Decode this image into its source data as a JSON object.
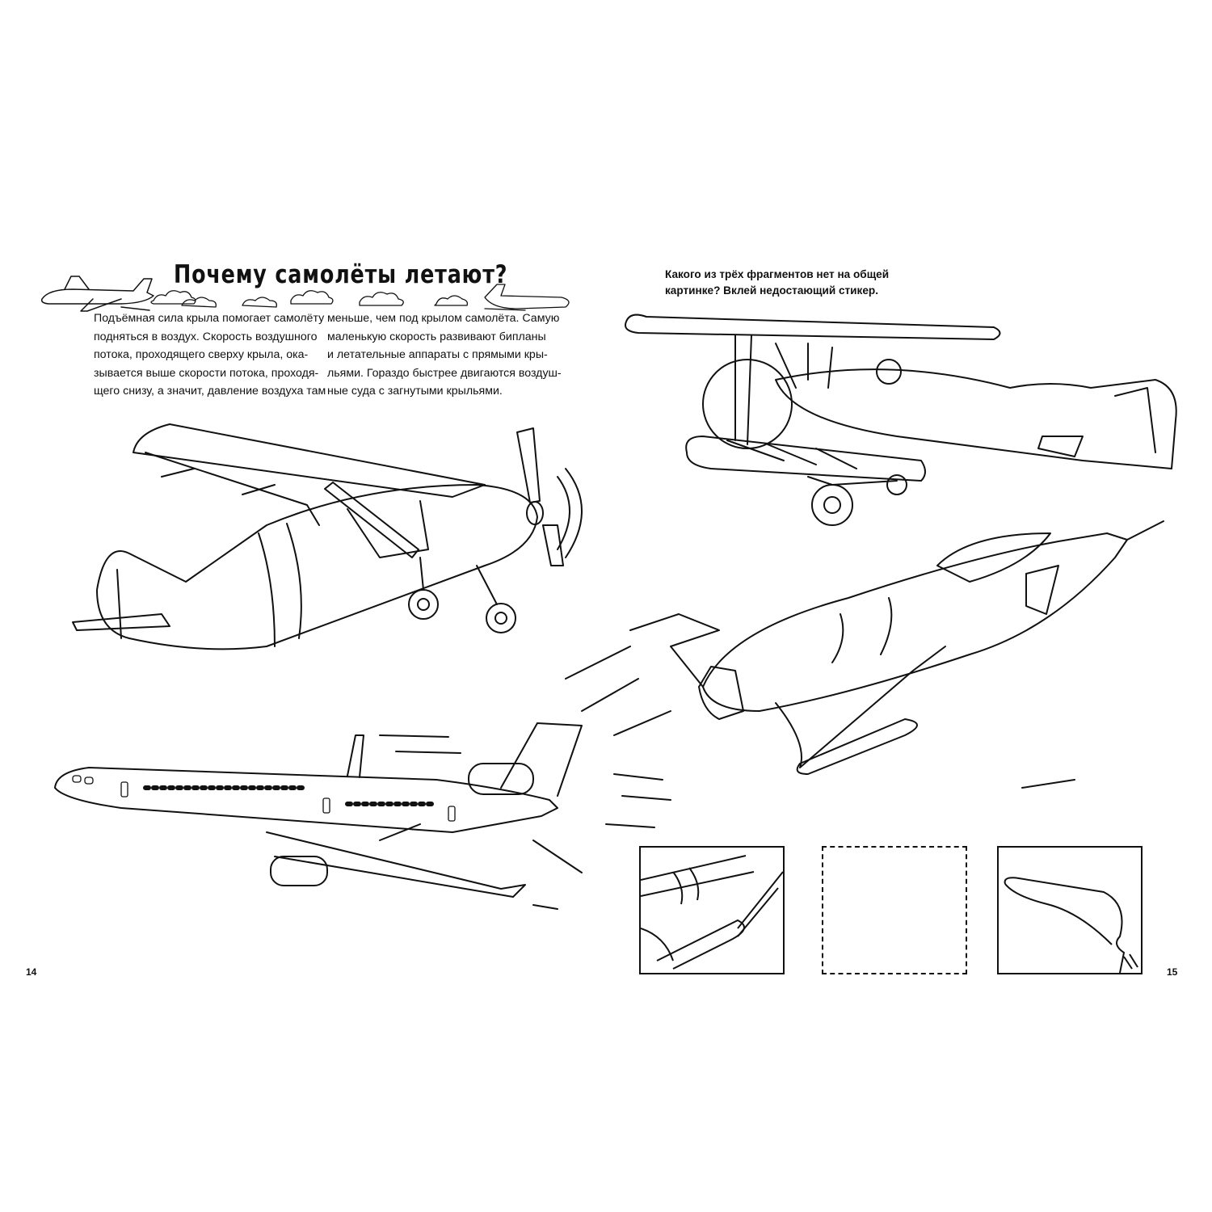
{
  "left_page": {
    "title": "Почему самолёты летают?",
    "column1": [
      "Подъёмная сила крыла помогает самолёту",
      "подняться в воздух. Скорость воздушного",
      "потока, проходящего сверху крыла, ока-",
      "зывается выше скорости потока, проходя-",
      "щего снизу, а значит, давление воздуха там"
    ],
    "column2": [
      "меньше, чем под крылом самолёта. Самую",
      "маленькую скорость развивают бипланы",
      "и летательные аппараты с прямыми кры-",
      "льями. Гораздо быстрее двигаются воздуш-",
      "ные суда с загнутыми крыльями."
    ],
    "page_number": "14"
  },
  "right_page": {
    "task": [
      "Какого из трёх фрагментов нет на общей",
      "картинке? Вклей недостающий стикер."
    ],
    "page_number": "15"
  }
}
